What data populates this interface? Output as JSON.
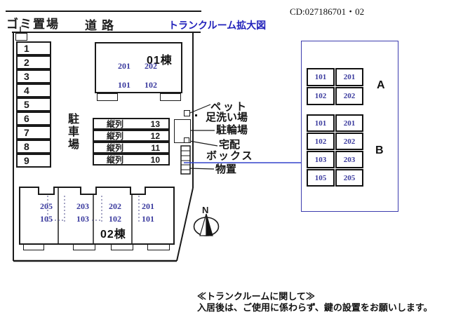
{
  "page": {
    "cd_code": "CD:027186701・02",
    "labels": {
      "garbage": "ゴミ置場",
      "road": "道路",
      "trunk_title": "トランクルーム拡大図",
      "parking_lot": "駐車場",
      "north": "N"
    },
    "footer": {
      "line1": "≪トランクルームに関して≫",
      "line2": "入居後は、ご使用に係わらず、鍵の設置をお願いします。"
    }
  },
  "parking": {
    "stalls": [
      "1",
      "2",
      "3",
      "4",
      "5",
      "6",
      "7",
      "8",
      "9"
    ],
    "tandem": [
      {
        "label": "縦列",
        "num": "13"
      },
      {
        "label": "縦列",
        "num": "12"
      },
      {
        "label": "縦列",
        "num": "11"
      },
      {
        "label": "縦列",
        "num": "10"
      }
    ]
  },
  "building01": {
    "name": "01棟",
    "units": {
      "u201": "201",
      "u202": "202",
      "u101": "101",
      "u102": "102"
    }
  },
  "building02": {
    "name": "02棟",
    "cols": [
      {
        "upper": "205",
        "lower": "105"
      },
      {
        "upper": "203",
        "lower": "103"
      },
      {
        "upper": "202",
        "lower": "102"
      },
      {
        "upper": "201",
        "lower": "101"
      }
    ]
  },
  "facilities": {
    "pet_line1": "ペット",
    "pet_line2": "足洗い場",
    "bicycle": "駐輪場",
    "delivery_line1": "宅配",
    "delivery_line2": "ボックス",
    "storage": "物置"
  },
  "trunk": {
    "sectionA": {
      "label": "A",
      "rows": [
        [
          "101",
          "201"
        ],
        [
          "102",
          "202"
        ]
      ]
    },
    "sectionB": {
      "label": "B",
      "rows": [
        [
          "101",
          "201"
        ],
        [
          "102",
          "202"
        ],
        [
          "103",
          "203"
        ],
        [
          "105",
          "205"
        ]
      ]
    }
  },
  "colors": {
    "unit_number_blue": "#3a3a9e",
    "trunk_outline_blue": "#3c3cae",
    "leader_line_blue": "#3344cc",
    "title_blue": "#2222bb",
    "line_black": "#1a1a1a"
  }
}
